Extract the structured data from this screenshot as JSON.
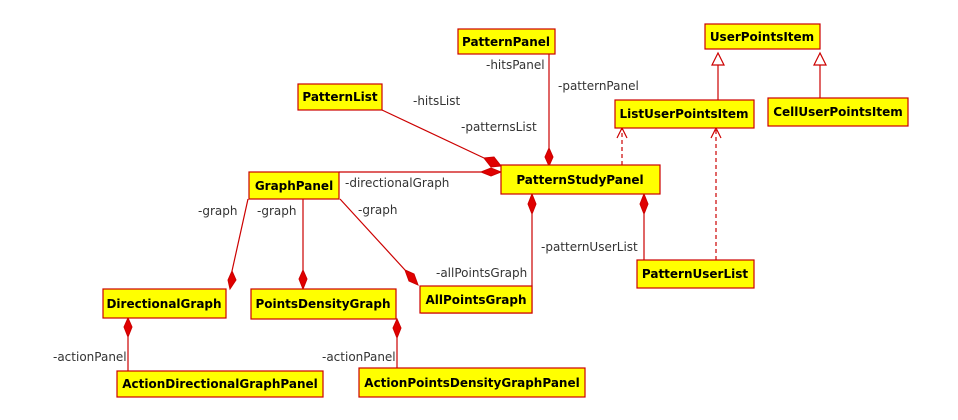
{
  "classes": {
    "pattern_panel": "PatternPanel",
    "user_points_item": "UserPointsItem",
    "pattern_list": "PatternList",
    "list_user_points_item": "ListUserPointsItem",
    "cell_user_points_item": "CellUserPointsItem",
    "graph_panel": "GraphPanel",
    "pattern_study_panel": "PatternStudyPanel",
    "pattern_user_list": "PatternUserList",
    "directional_graph": "DirectionalGraph",
    "points_density_graph": "PointsDensityGraph",
    "all_points_graph": "AllPointsGraph",
    "action_directional_graph_panel": "ActionDirectionalGraphPanel",
    "action_points_density_graph_panel": "ActionPointsDensityGraphPanel"
  },
  "labels": {
    "hits_panel": "-hitsPanel",
    "pattern_panel": "-patternPanel",
    "hits_list": "-hitsList",
    "patterns_list": "-patternsList",
    "directional_graph": "-directionalGraph",
    "graph_1": "-graph",
    "graph_2": "-graph",
    "graph_3": "-graph",
    "all_points_graph": "-allPointsGraph",
    "pattern_user_list": "-patternUserList",
    "action_panel_1": "-actionPanel",
    "action_panel_2": "-actionPanel"
  },
  "colors": {
    "box_fill": "#ffff00",
    "box_border": "#cc0000",
    "line": "#cc0000"
  }
}
